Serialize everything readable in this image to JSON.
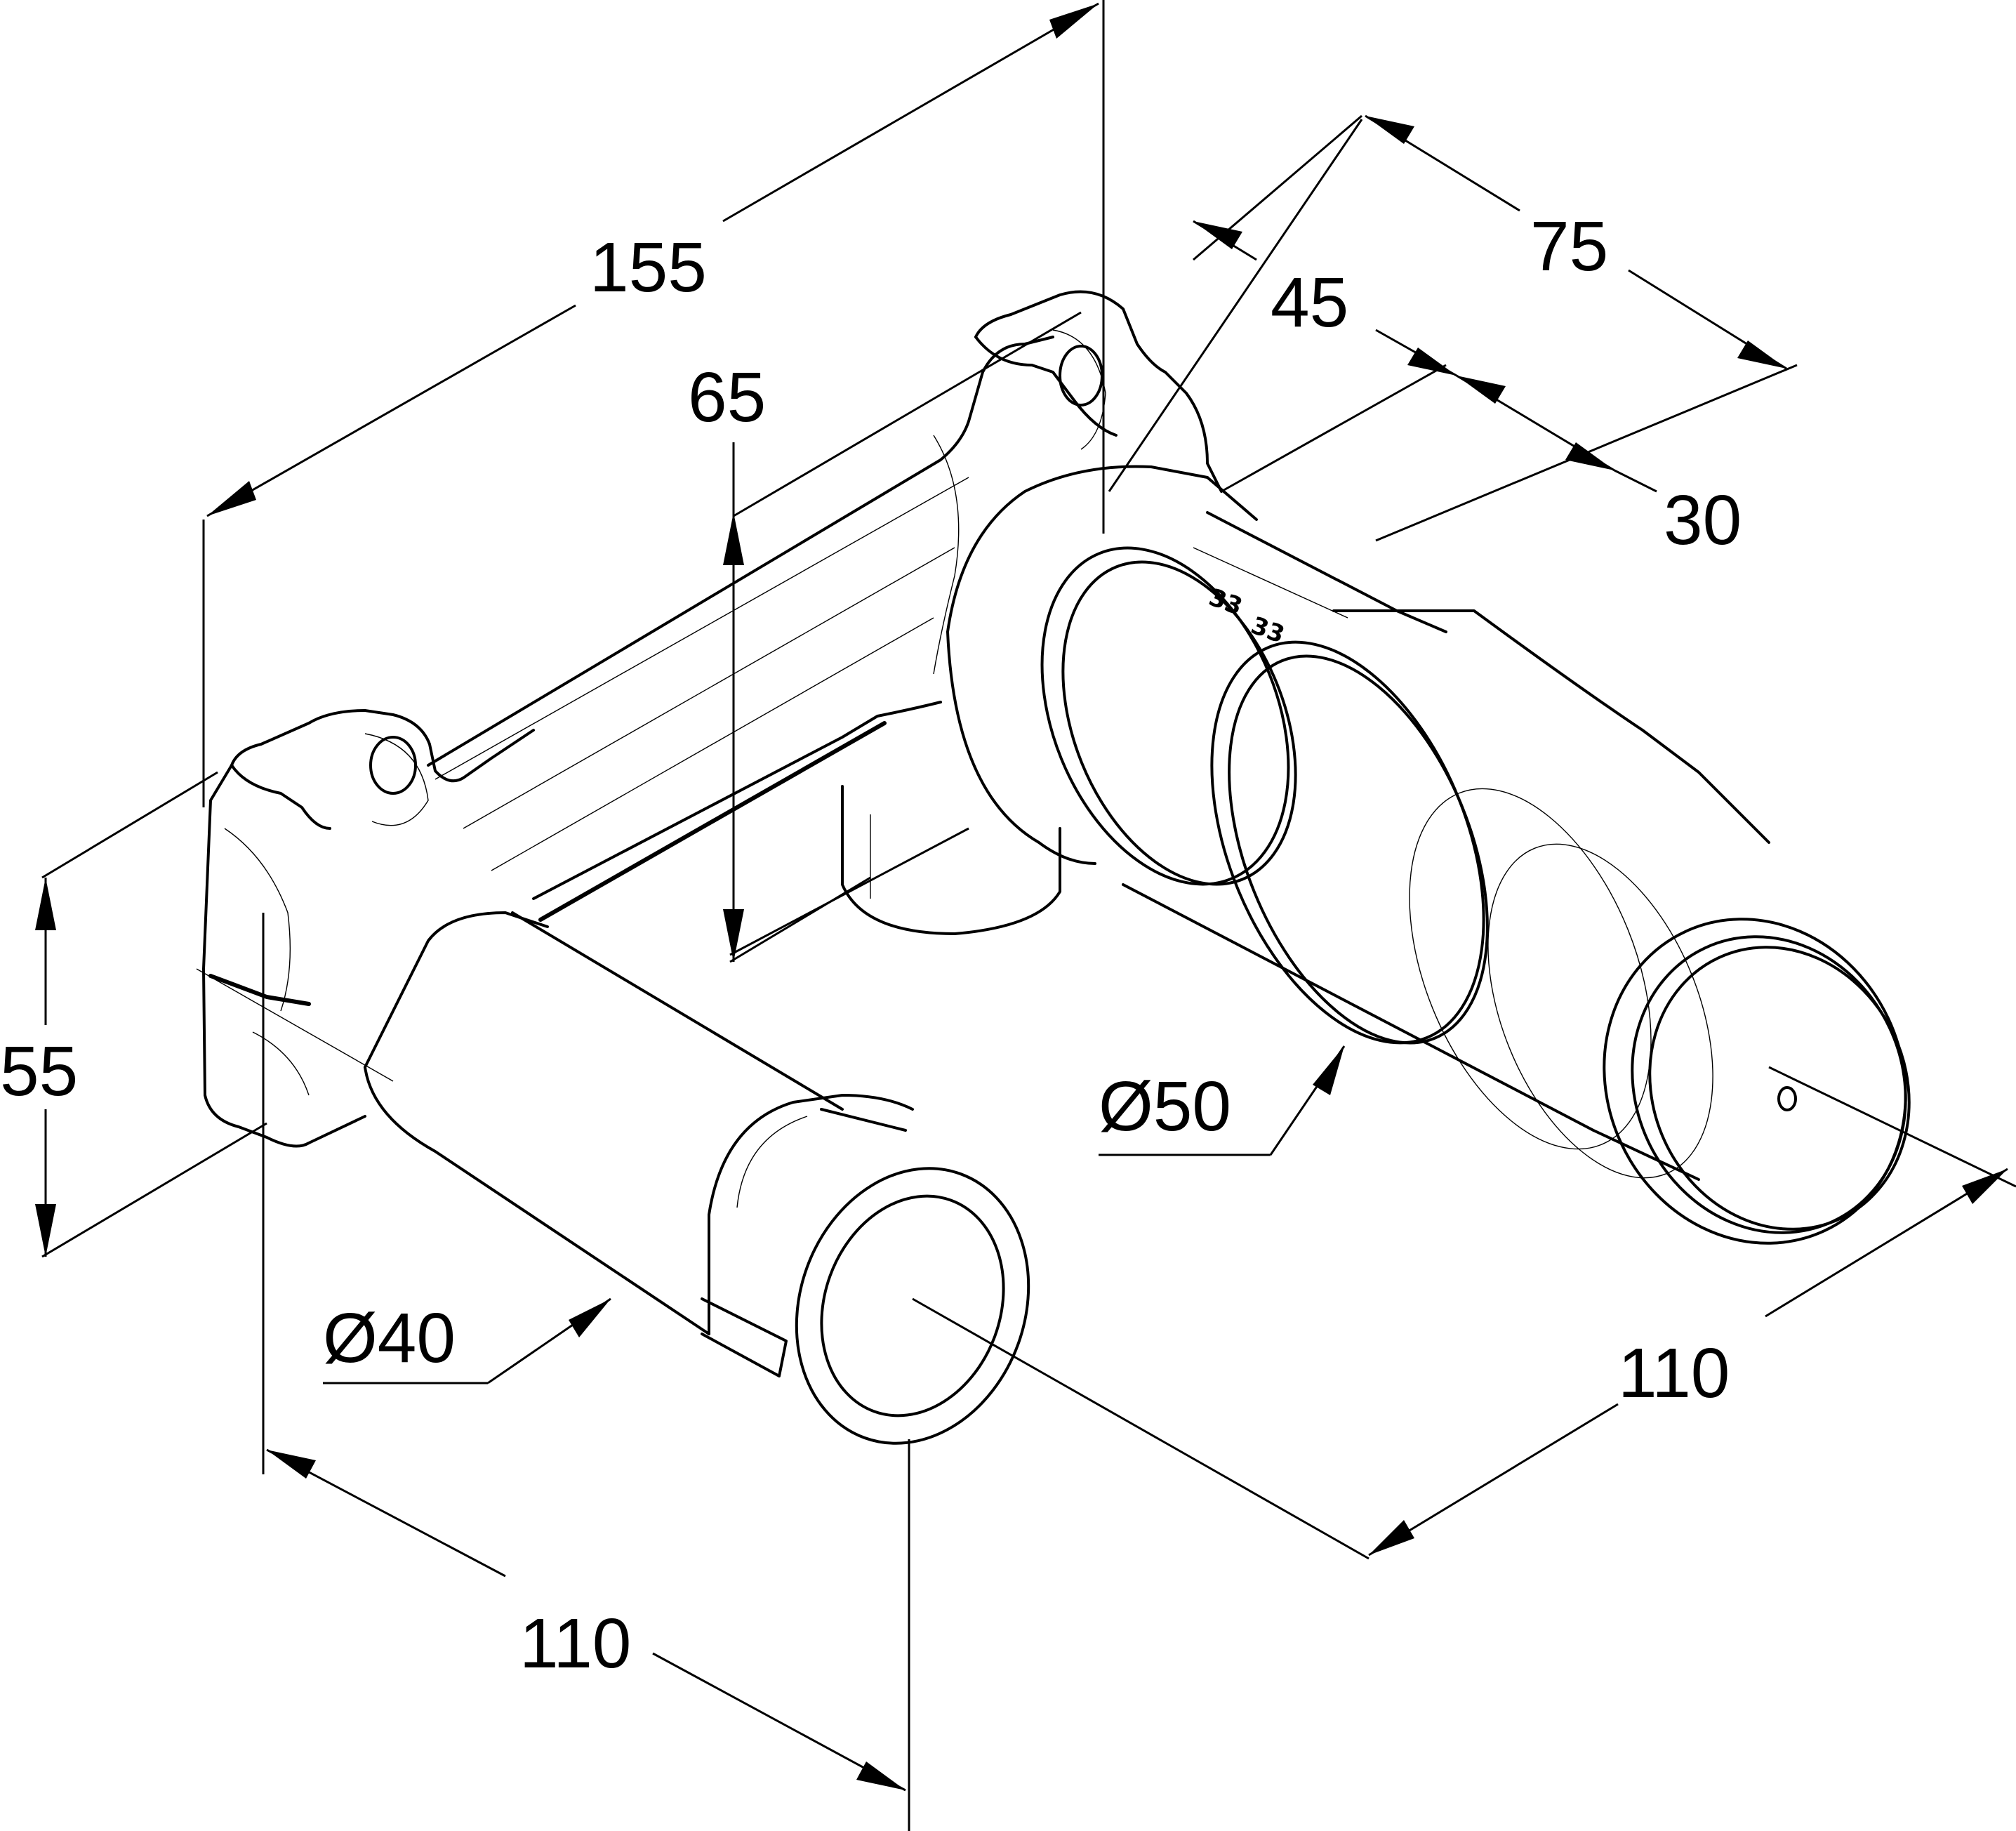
{
  "dimensions": {
    "d155": "155",
    "d65": "65",
    "d75": "75",
    "d45": "45",
    "d30": "30",
    "d55": "55",
    "d110_left": "110",
    "d110_right": "110",
    "dia50": "Ø50",
    "dia40": "Ø40"
  },
  "cartridge_marks": [
    "33",
    "33"
  ]
}
